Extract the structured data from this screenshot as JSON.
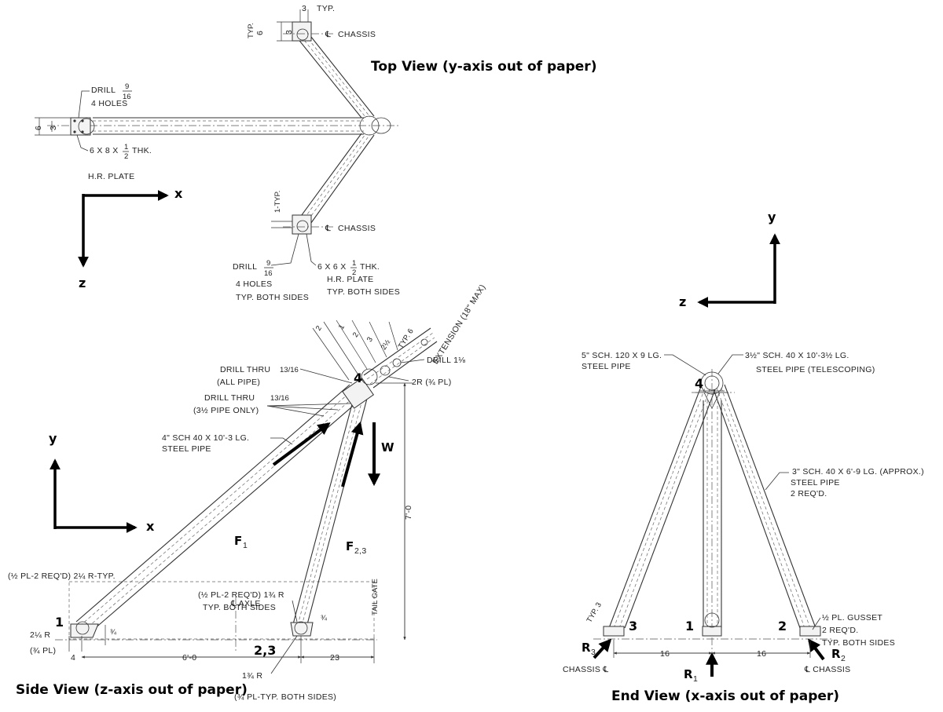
{
  "views": {
    "top": {
      "title": "Top View (y-axis out of paper)",
      "axes": {
        "x": "x",
        "z": "z"
      },
      "labels": {
        "drill_top": "DRILL",
        "drill_top_frac_num": "9",
        "drill_top_frac_den": "16",
        "holes_top": "4 HOLES",
        "plate_8": "6 X 8 X",
        "plate_8_frac_num": "1",
        "plate_8_frac_den": "2",
        "plate_8_thk": "THK.",
        "hr_plate": "H.R. PLATE",
        "dim_6_left": "6",
        "dim_3_left": "3",
        "typ_3": "3",
        "typ": "TYP.",
        "typ_left": "TYP.",
        "dim_6_top": "6",
        "dim_3_top": "3",
        "chassis_top": "CHASSIS",
        "chassis_bottom": "CHASSIS",
        "cl_mark": "℄",
        "one_typ": "1-TYP.",
        "drill_bottom": "DRILL",
        "drill_bottom_frac_num": "9",
        "drill_bottom_frac_den": "16",
        "holes_bottom": "4 HOLES",
        "typ_both_sides_1": "TYP. BOTH SIDES",
        "plate_6": "6 X 6 X",
        "plate_6_frac_num": "1",
        "plate_6_frac_den": "2",
        "plate_6_thk": "THK.",
        "hr_plate_2": "H.R. PLATE",
        "typ_both_sides_2": "TYP. BOTH SIDES"
      }
    },
    "side": {
      "title": "Side View (z-axis out of paper)",
      "axes": {
        "x": "x",
        "y": "y"
      },
      "nodes": {
        "n1": "1",
        "n23": "2,3",
        "n4": "4"
      },
      "forces": {
        "f1": "F",
        "f1_sub": "1",
        "f23": "F",
        "f23_sub": "2,3",
        "w": "W"
      },
      "labels": {
        "drill_thru_1": "DRILL THRU",
        "drill_thru_1_frac": "13/16",
        "all_pipe": "(ALL PIPE)",
        "drill_thru_2": "DRILL THRU",
        "drill_thru_2_frac": "13/16",
        "pipe_only": "(3½ PIPE ONLY)",
        "pipe_4": "4\" SCH 40 X 10'-3 LG.",
        "steel_pipe": "STEEL PIPE",
        "drill_1_8": "DRILL 1⅛",
        "r_2": "2R (¾ PL)",
        "extension": "EXTENSION (18\" MAX)",
        "typ_6": "TYP. 6",
        "dim_2_1": "2",
        "dim_1": "1",
        "dim_2_2": "2",
        "dim_3": "3",
        "dim_2_half": "2½",
        "seven_0": "7'-0",
        "tail_gate": "TAIL GATE",
        "half_pl_left": "(½ PL-2 REQ'D) 2¼ R-TYP.",
        "three_four_pl": "(¾ PL)",
        "two_quarter_r": "2¼ R",
        "dim_3_4": "¾",
        "axle": "℄ AXLE",
        "half_pl_right": "(½ PL-2 REQ'D) 1¾ R",
        "typ_both_sides": "TYP. BOTH SIDES",
        "dim_3_4b": "¾",
        "dim_4": "4",
        "dim_6_0": "6'-0",
        "dim_23": "23",
        "r_1_3_4": "1¾ R",
        "pl_typ_both": "(¾ PL-TYP. BOTH SIDES)"
      }
    },
    "end": {
      "title": "End View (x-axis out of paper)",
      "axes": {
        "y": "y",
        "z": "z"
      },
      "nodes": {
        "n1": "1",
        "n2": "2",
        "n3": "3",
        "n4": "4"
      },
      "forces": {
        "r1": "R",
        "r1_sub": "1",
        "r2": "R",
        "r2_sub": "2",
        "r3": "R",
        "r3_sub": "3"
      },
      "labels": {
        "pipe_5": "5\" SCH. 120 X 9 LG.",
        "steel_pipe": "STEEL PIPE",
        "pipe_3_half": "3½\" SCH. 40 X 10'-3½ LG.",
        "steel_pipe_tel": "STEEL PIPE (TELESCOPING)",
        "pipe_3": "3\" SCH. 40 X 6'-9 LG. (APPROX.)",
        "steel_pipe_2": "STEEL PIPE",
        "req_2": "2 REQ'D.",
        "gusset": "½ PL. GUSSET",
        "req_2b": "2 REQ'D.",
        "typ_both_sides": "TYP. BOTH SIDES",
        "typ_3": "TYP. 3",
        "dim_16_left": "16",
        "dim_16_right": "16",
        "chassis_left": "CHASSIS ℄",
        "chassis_right": "℄ CHASSIS"
      }
    }
  },
  "colors": {
    "ink": "#000000",
    "line": "#333333",
    "paper": "#ffffff"
  }
}
